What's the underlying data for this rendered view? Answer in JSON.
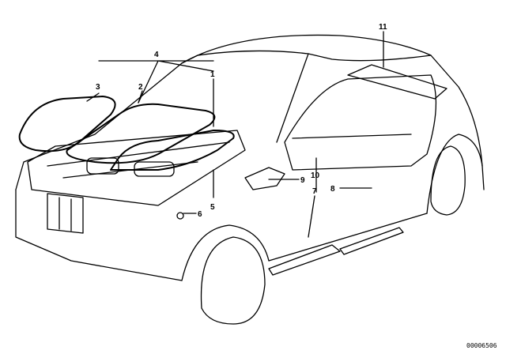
{
  "callouts": [
    "1",
    "2",
    "3",
    "4",
    "5",
    "6",
    "7",
    "8",
    "9",
    "10",
    "11"
  ],
  "diagram_code": "00006506"
}
